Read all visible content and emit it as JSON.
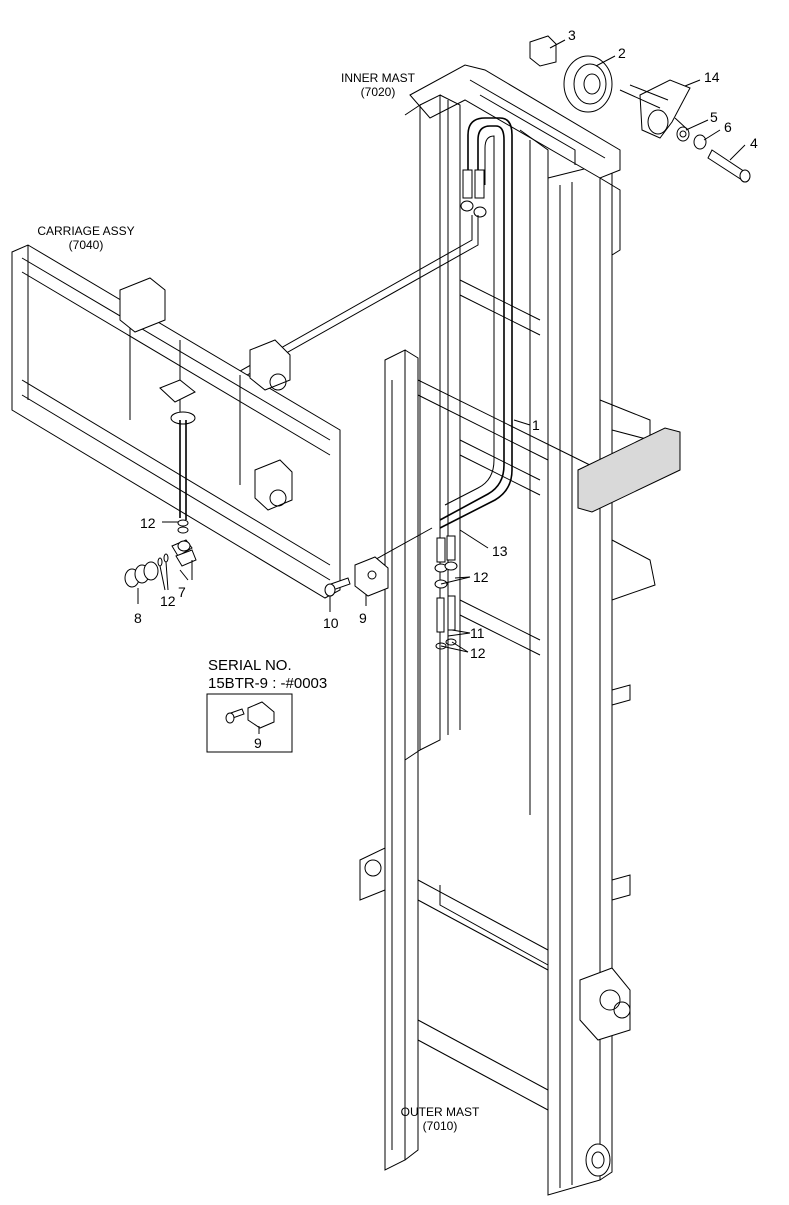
{
  "labels": {
    "inner_mast": "INNER MAST",
    "inner_mast_code": "(7020)",
    "carriage_assy": "CARRIAGE ASSY",
    "carriage_assy_code": "(7040)",
    "outer_mast": "OUTER MAST",
    "outer_mast_code": "(7010)"
  },
  "serial": {
    "title": "SERIAL NO.",
    "range": "15BTR-9 : -#0003",
    "part": "9"
  },
  "callouts": {
    "p1": "1",
    "p2": "2",
    "p3": "3",
    "p4": "4",
    "p5": "5",
    "p6": "6",
    "p7": "7",
    "p8": "8",
    "p9": "9",
    "p10": "10",
    "p11": "11",
    "p12a": "12",
    "p12b": "12",
    "p12c": "12",
    "p12d": "12",
    "p13": "13",
    "p14": "14"
  }
}
